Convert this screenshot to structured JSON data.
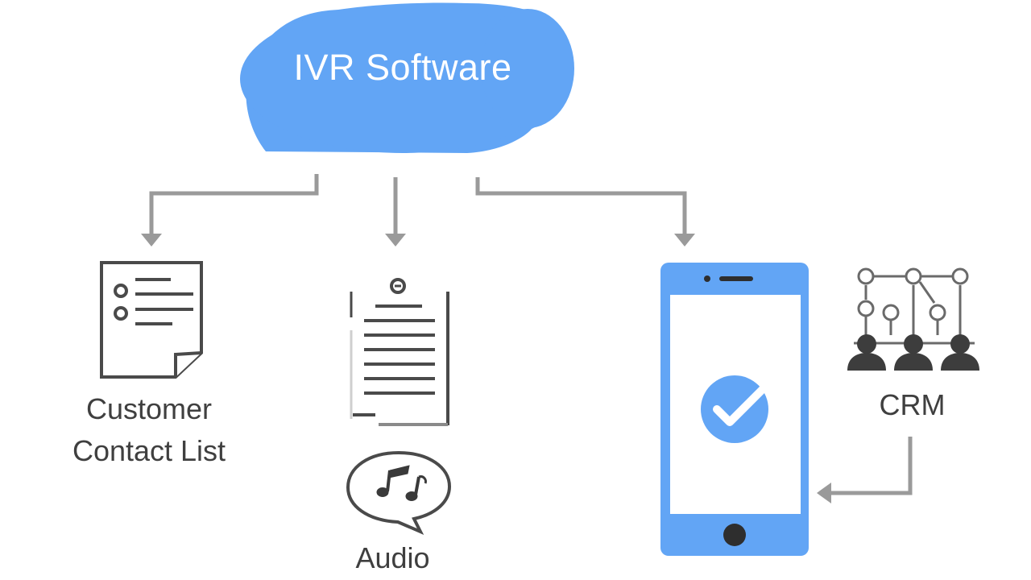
{
  "cloud": {
    "label": "IVR Software",
    "icon": "cloud-icon",
    "color": "#62a5f5"
  },
  "nodes": {
    "contact_list": {
      "label": "Customer\nContact List",
      "icon": "document-icon"
    },
    "audio": {
      "label": "Audio",
      "icon": "music-speech-bubble-icon",
      "doc_icon": "document-icon"
    },
    "phone": {
      "icon": "smartphone-icon",
      "status_icon": "checkmark-icon",
      "color": "#62a5f5"
    },
    "crm": {
      "label": "CRM",
      "icon": "network-people-icon"
    }
  },
  "colors": {
    "arrow": "#9a9a9a",
    "outline": "#4a4a4a",
    "text": "#3f3f3f"
  }
}
